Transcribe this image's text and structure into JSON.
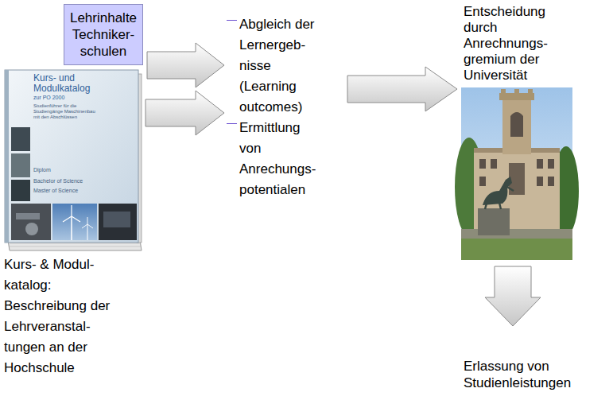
{
  "diagram": {
    "nodes": [
      {
        "text": [
          "Lehrinhalte Techniker- schulen"
        ]
      },
      {
        "text": [
          "Kurs- und Modulkatalog",
          "zur PO 2000",
          "Studienführer für die Studiengänge Maschinenbau mit den Abschlüssen",
          "Diplom",
          "Bachelor of Science",
          "Master of Science",
          "Kurs- & Modul- katalog: Beschreibung der Lehrveranstal- tungen an der Hochschule"
        ]
      },
      {
        "text": [
          "Abgleich der Lernergeb- nisse (Learning outcomes)",
          "Ermittlung von Anrechungs- potentialen"
        ]
      },
      {
        "text": [
          "Entscheidung durch Anrechnungs- gremium der Universität"
        ]
      },
      {
        "text": [
          "Erlassung von Studienleistungen"
        ]
      }
    ],
    "edges": [
      {
        "from": 0,
        "to": 2,
        "arrow": "to"
      },
      {
        "from": 1,
        "to": 2,
        "arrow": "to"
      },
      {
        "from": 2,
        "to": 3,
        "arrow": "to"
      },
      {
        "from": 3,
        "to": 4,
        "arrow": "to"
      }
    ]
  }
}
